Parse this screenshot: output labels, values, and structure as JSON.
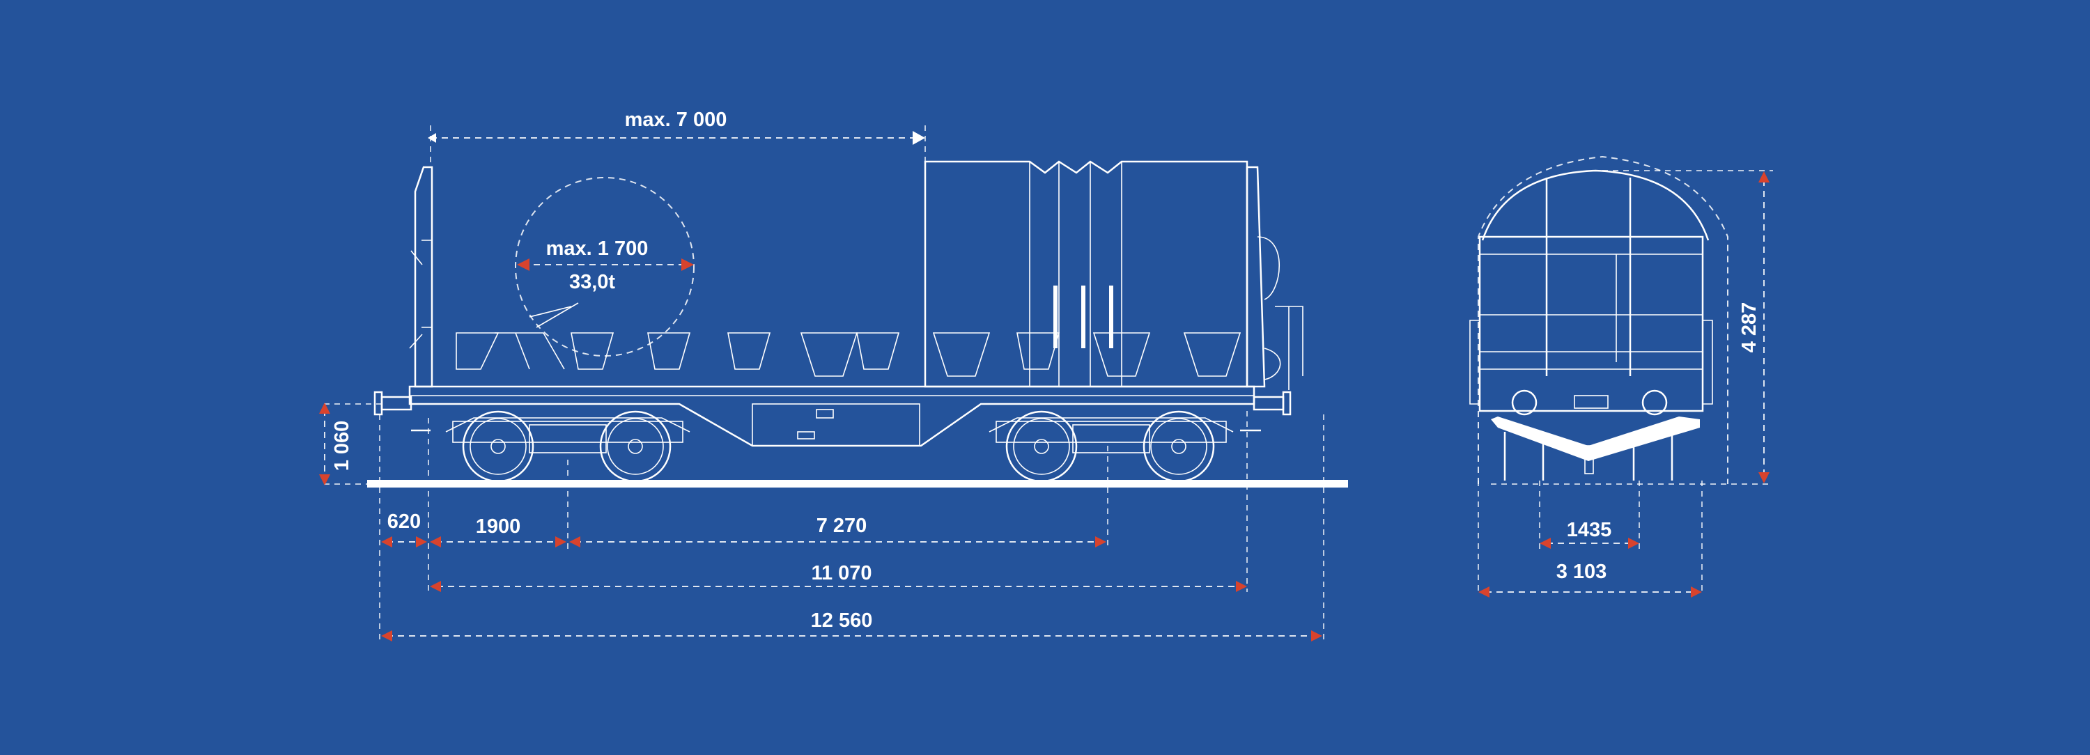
{
  "dimensions": {
    "load_length": "max. 7 000",
    "coil_diameter": "max. 1 700",
    "coil_weight": "33,0t",
    "buffer_height": "1 060",
    "buffer_overhang": "620",
    "axle_base": "1900",
    "bogie_distance": "7 270",
    "length_over_headstocks": "11 070",
    "length_over_buffers": "12 560",
    "total_height": "4 287",
    "track_gauge": "1435",
    "total_width": "3 103"
  },
  "colors": {
    "background": "#24539b",
    "line": "#ffffff",
    "arrow": "#d8432d"
  }
}
